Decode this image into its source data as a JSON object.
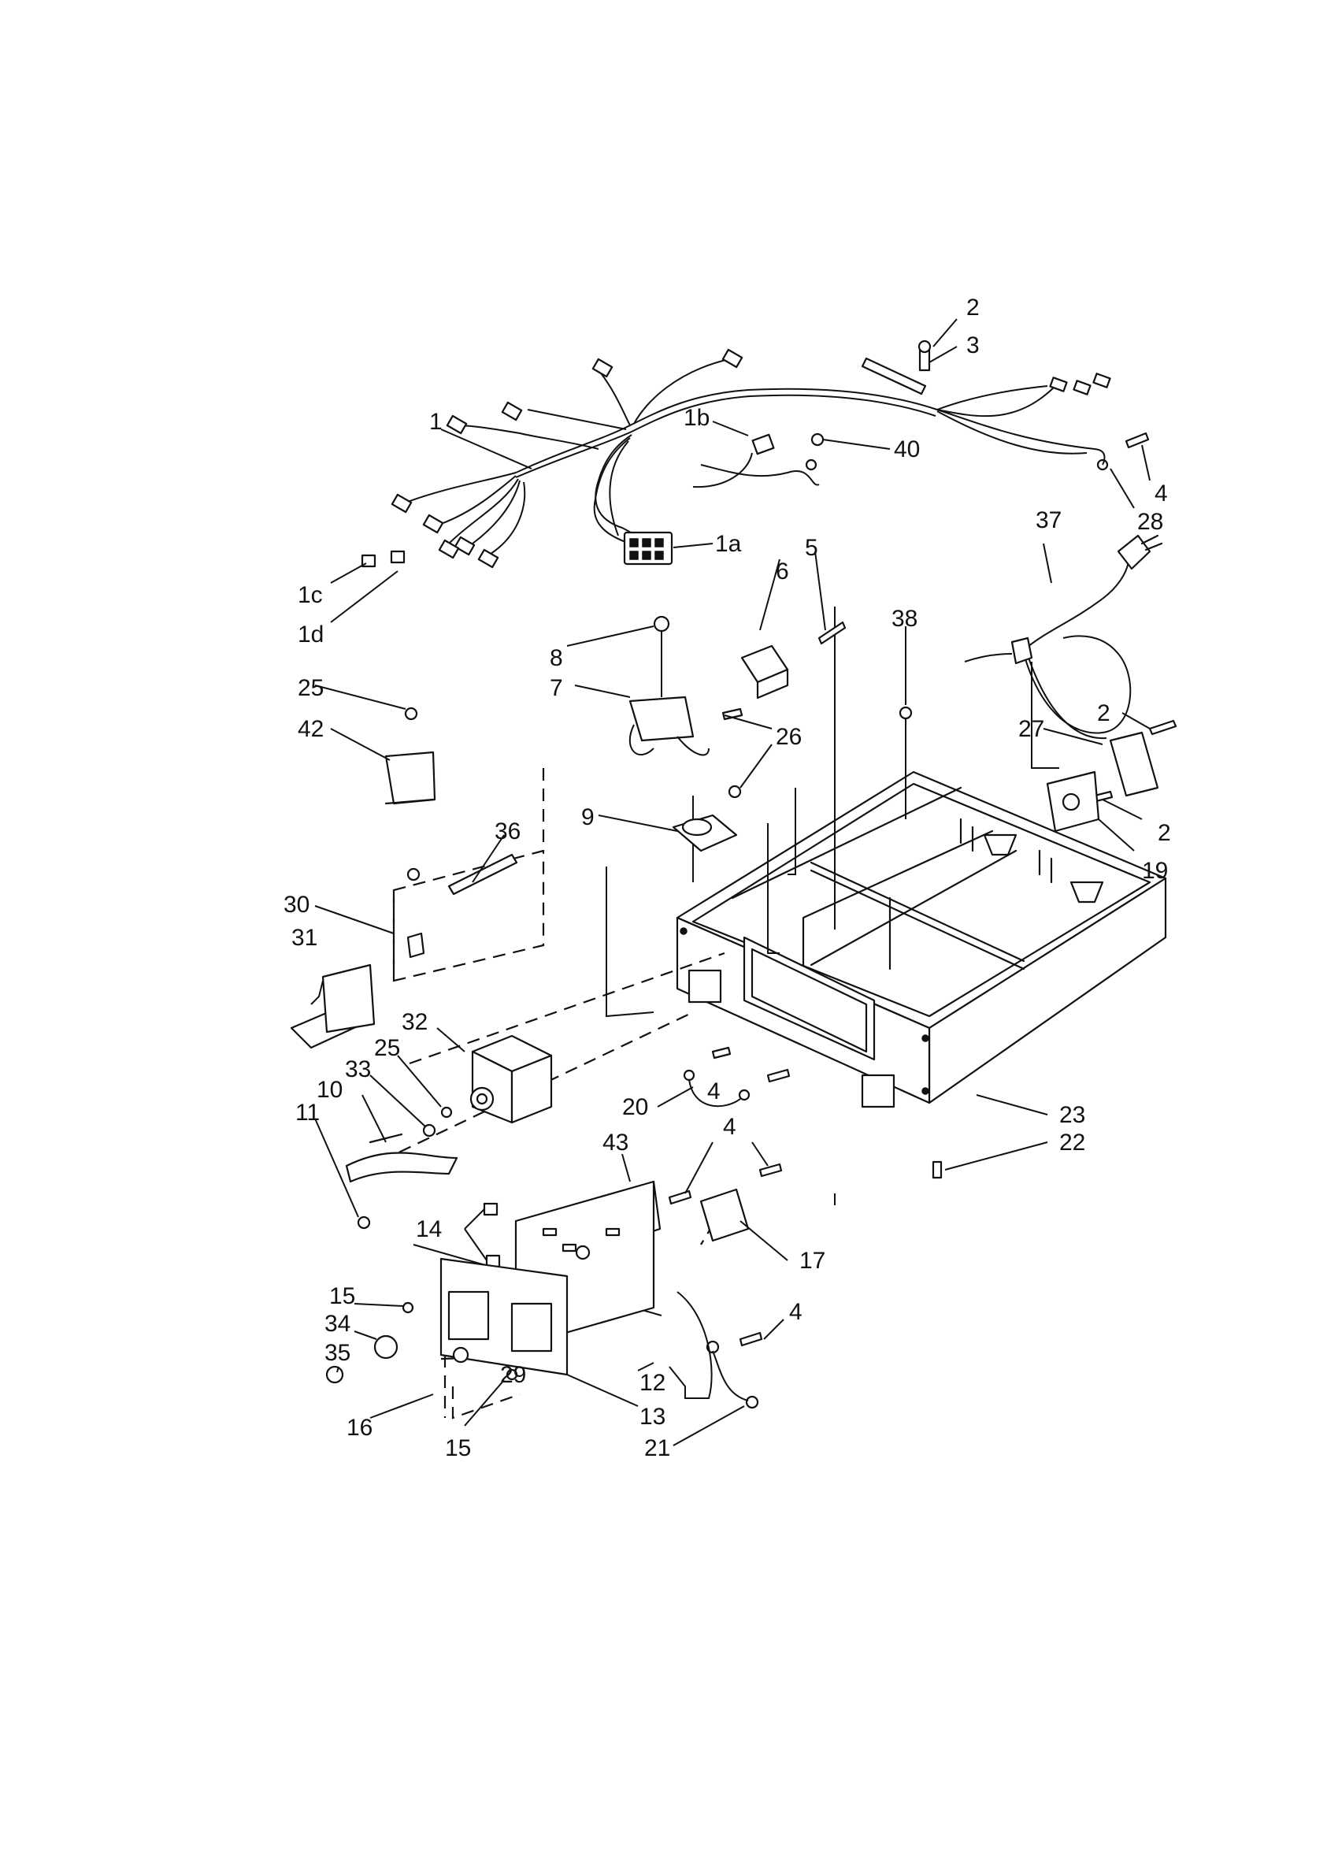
{
  "callouts": [
    {
      "id": "c1",
      "text": "1"
    },
    {
      "id": "c1b",
      "text": "1b"
    },
    {
      "id": "c1a",
      "text": "1a"
    },
    {
      "id": "c1c",
      "text": "1c"
    },
    {
      "id": "c1d",
      "text": "1d"
    },
    {
      "id": "c2a",
      "text": "2"
    },
    {
      "id": "c3",
      "text": "3"
    },
    {
      "id": "c40",
      "text": "40"
    },
    {
      "id": "c4a",
      "text": "4"
    },
    {
      "id": "c28",
      "text": "28"
    },
    {
      "id": "c37",
      "text": "37"
    },
    {
      "id": "c5",
      "text": "5"
    },
    {
      "id": "c6",
      "text": "6"
    },
    {
      "id": "c38",
      "text": "38"
    },
    {
      "id": "c8",
      "text": "8"
    },
    {
      "id": "c7",
      "text": "7"
    },
    {
      "id": "c26",
      "text": "26"
    },
    {
      "id": "c25a",
      "text": "25"
    },
    {
      "id": "c42",
      "text": "42"
    },
    {
      "id": "c2b",
      "text": "2"
    },
    {
      "id": "c27",
      "text": "27"
    },
    {
      "id": "c2c",
      "text": "2"
    },
    {
      "id": "c19",
      "text": "19"
    },
    {
      "id": "c9",
      "text": "9"
    },
    {
      "id": "c36",
      "text": "36"
    },
    {
      "id": "c30",
      "text": "30"
    },
    {
      "id": "c31",
      "text": "31"
    },
    {
      "id": "c32",
      "text": "32"
    },
    {
      "id": "c25b",
      "text": "25"
    },
    {
      "id": "c33",
      "text": "33"
    },
    {
      "id": "c10",
      "text": "10"
    },
    {
      "id": "c11",
      "text": "11"
    },
    {
      "id": "c20",
      "text": "20"
    },
    {
      "id": "c4b",
      "text": "4"
    },
    {
      "id": "c23",
      "text": "23"
    },
    {
      "id": "c22",
      "text": "22"
    },
    {
      "id": "c43",
      "text": "43"
    },
    {
      "id": "c4c",
      "text": "4"
    },
    {
      "id": "c14",
      "text": "14"
    },
    {
      "id": "c17",
      "text": "17"
    },
    {
      "id": "c15a",
      "text": "15"
    },
    {
      "id": "c34",
      "text": "34"
    },
    {
      "id": "c35",
      "text": "35"
    },
    {
      "id": "c29",
      "text": "29"
    },
    {
      "id": "c16",
      "text": "16"
    },
    {
      "id": "c12",
      "text": "12"
    },
    {
      "id": "c13",
      "text": "13"
    },
    {
      "id": "c15b",
      "text": "15"
    },
    {
      "id": "c4d",
      "text": "4"
    },
    {
      "id": "c21",
      "text": "21"
    }
  ]
}
